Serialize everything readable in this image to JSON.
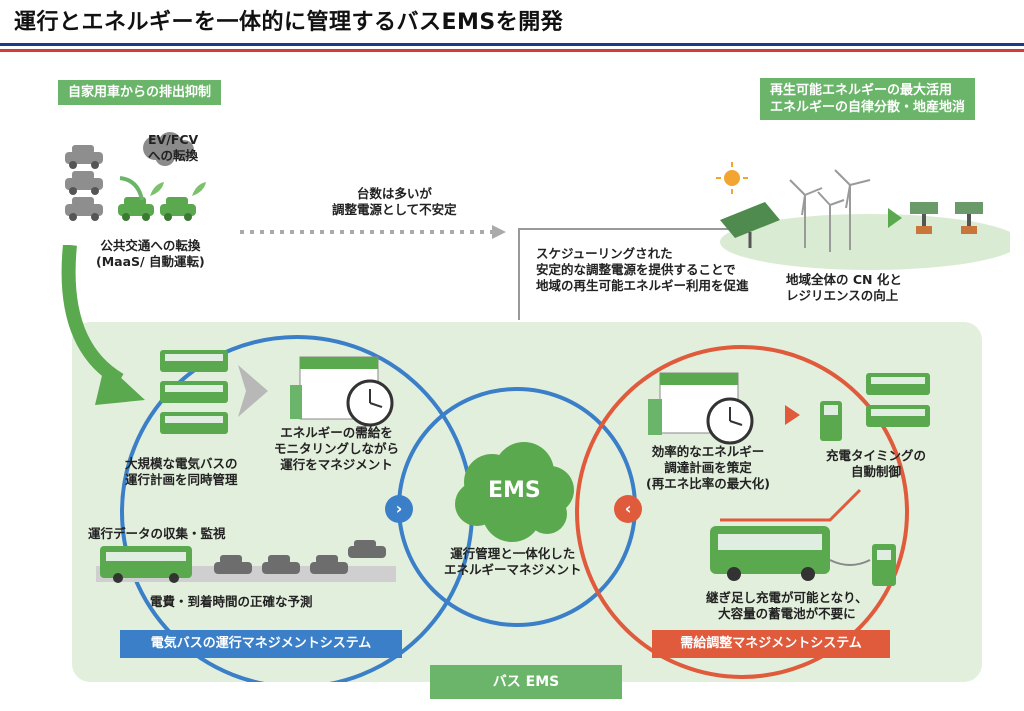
{
  "title": "運行とエネルギーを一体的に管理するバスEMSを開発",
  "tags": {
    "left_top": "自家用車からの排出抑制",
    "right_top_line1": "再生可能エネルギーの最大活用",
    "right_top_line2": "エネルギーの自律分散・地産地消",
    "bus_ems": "バス EMS"
  },
  "top_left": {
    "ev_line1": "EV/FCV",
    "ev_line2": "への転換",
    "public_line1": "公共交通への転換",
    "public_line2": "(MaaS/ 自動運転)"
  },
  "middle": {
    "many_line1": "台数は多いが",
    "many_line2": "調整電源として不安定",
    "sched_line1": "スケジューリングされた",
    "sched_line2": "安定的な調整電源を提供することで",
    "sched_line3": "地域の再生可能エネルギー利用を促進",
    "cn_line1": "地域全体の CN 化と",
    "cn_line2": "レジリエンスの向上"
  },
  "left_system": {
    "label": "電気バスの運行マネジメントシステム",
    "large_line1": "大規模な電気バスの",
    "large_line2": "運行計画を同時管理",
    "monitor_line1": "エネルギーの需給を",
    "monitor_line2": "モニタリングしながら",
    "monitor_line3": "運行をマネジメント",
    "data": "運行データの収集・監視",
    "predict": "電費・到着時間の正確な予測"
  },
  "center": {
    "ems": "EMS",
    "line1": "運行管理と一体化した",
    "line2": "エネルギーマネジメント"
  },
  "right_system": {
    "label": "需給調整マネジメントシステム",
    "eff_line1": "効率的なエネルギー",
    "eff_line2": "調達計画を策定",
    "eff_line3": "(再エネ比率の最大化)",
    "charge_line1": "充電タイミングの",
    "charge_line2": "自動制御",
    "add_line1": "継ぎ足し充電が可能となり、",
    "add_line2": "大容量の蓄電池が不要に"
  },
  "colors": {
    "green": "#6bb56a",
    "blue": "#3a7fc8",
    "red": "#e05a3c",
    "panel": "#e3efdd"
  }
}
